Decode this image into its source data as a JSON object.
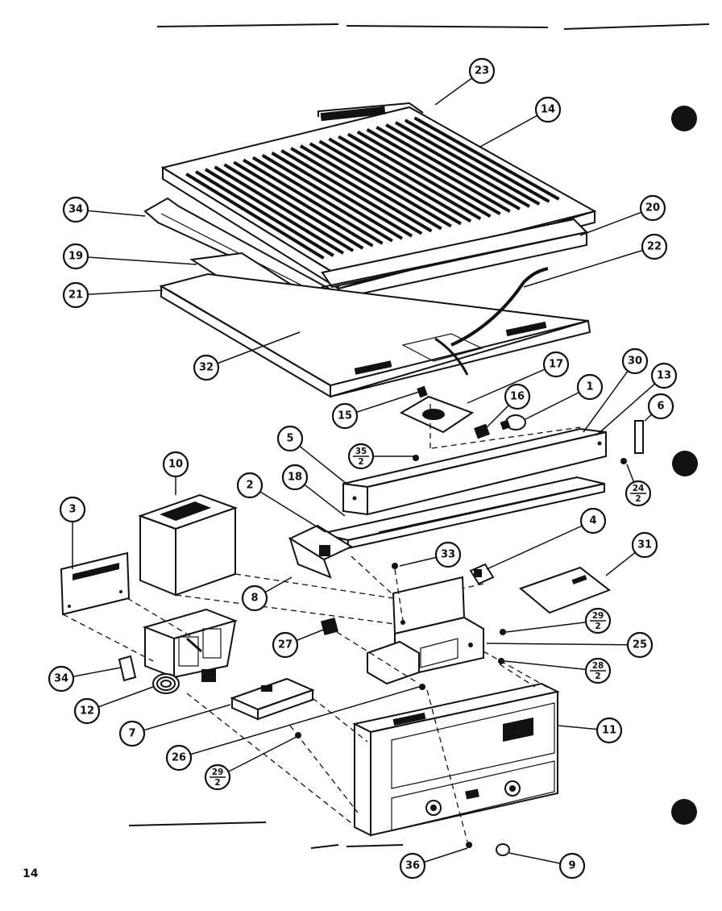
{
  "page_number": "14",
  "callouts": [
    {
      "label": "23"
    },
    {
      "label": "14"
    },
    {
      "label": "34"
    },
    {
      "label": "20"
    },
    {
      "label": "19"
    },
    {
      "label": "22"
    },
    {
      "label": "21"
    },
    {
      "label": "32"
    },
    {
      "label": "17"
    },
    {
      "label": "30"
    },
    {
      "label": "13"
    },
    {
      "label": "1"
    },
    {
      "label": "16"
    },
    {
      "label": "15"
    },
    {
      "label": "6"
    },
    {
      "label": "5"
    },
    {
      "label": "35",
      "sub": "2"
    },
    {
      "label": "24",
      "sub": "2"
    },
    {
      "label": "10"
    },
    {
      "label": "2"
    },
    {
      "label": "18"
    },
    {
      "label": "3"
    },
    {
      "label": "4"
    },
    {
      "label": "31"
    },
    {
      "label": "33"
    },
    {
      "label": "8"
    },
    {
      "label": "29",
      "sub": "2"
    },
    {
      "label": "25"
    },
    {
      "label": "27"
    },
    {
      "label": "28",
      "sub": "2"
    },
    {
      "label": "34"
    },
    {
      "label": "12"
    },
    {
      "label": "7"
    },
    {
      "label": "11"
    },
    {
      "label": "26"
    },
    {
      "label": "29",
      "sub": "2"
    },
    {
      "label": "36"
    },
    {
      "label": "9"
    }
  ]
}
